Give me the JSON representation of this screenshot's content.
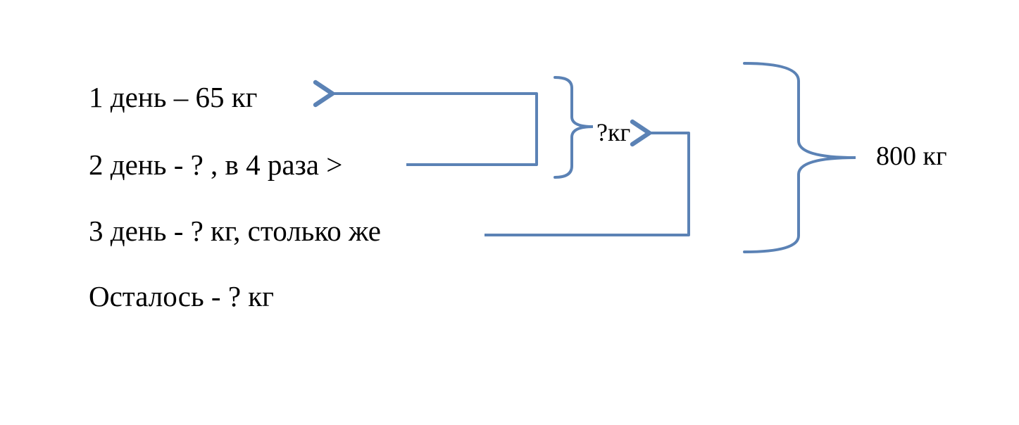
{
  "rows": [
    {
      "text": "1 день – 65 кг"
    },
    {
      "text": "2 день - ? , в 4 раза >"
    },
    {
      "text": "3 день - ? кг, столько же"
    },
    {
      "text": "Осталось - ? кг"
    }
  ],
  "subtotal_label": "?кг",
  "total_label": "800 кг",
  "colors": {
    "line": "#5b82b5",
    "text": "#000000"
  }
}
